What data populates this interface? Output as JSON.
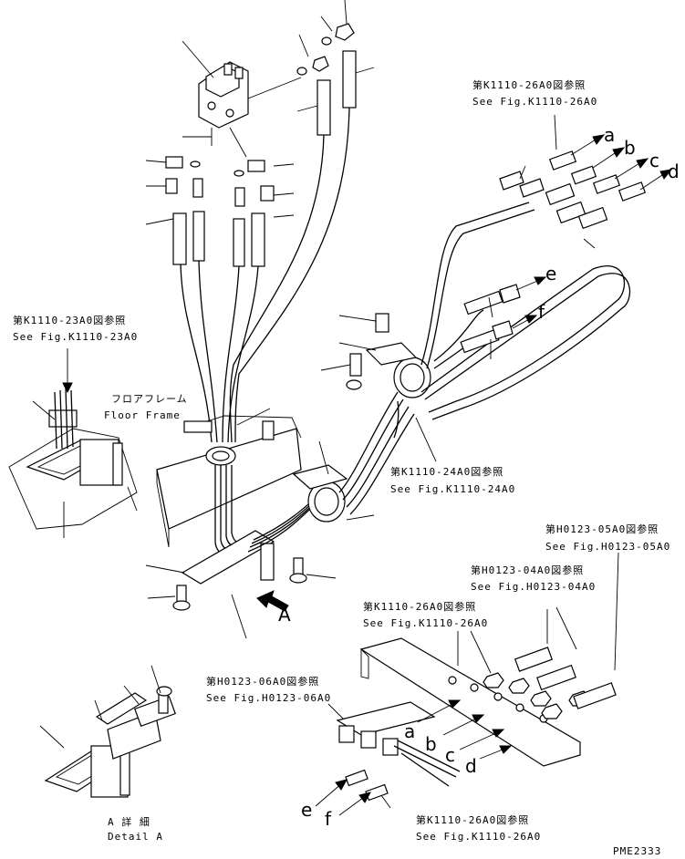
{
  "references": {
    "k1110_26a0_top": {
      "jp": "第K1110-26A0図参照",
      "en": "See Fig.K1110-26A0"
    },
    "k1110_23a0": {
      "jp": "第K1110-23A0図参照",
      "en": "See Fig.K1110-23A0"
    },
    "k1110_24a0": {
      "jp": "第K1110-24A0図参照",
      "en": "See Fig.K1110-24A0"
    },
    "h0123_05a0": {
      "jp": "第H0123-05A0図参照",
      "en": "See Fig.H0123-05A0"
    },
    "h0123_04a0": {
      "jp": "第H0123-04A0図参照",
      "en": "See Fig.H0123-04A0"
    },
    "k1110_26a0_mid": {
      "jp": "第K1110-26A0図参照",
      "en": "See Fig.K1110-26A0"
    },
    "h0123_06a0": {
      "jp": "第H0123-06A0図参照",
      "en": "See Fig.H0123-06A0"
    },
    "k1110_26a0_bottom": {
      "jp": "第K1110-26A0図参照",
      "en": "See Fig.K1110-26A0"
    }
  },
  "floor_frame": {
    "jp": "フロアフレーム",
    "en": "Floor Frame"
  },
  "detail": {
    "jp": "A 詳 細",
    "en": "Detail A"
  },
  "view_arrow": "A",
  "hose_labels": {
    "a": "a",
    "b": "b",
    "c": "c",
    "d": "d",
    "e": "e",
    "f": "f"
  },
  "drawing_code": "PME2333"
}
